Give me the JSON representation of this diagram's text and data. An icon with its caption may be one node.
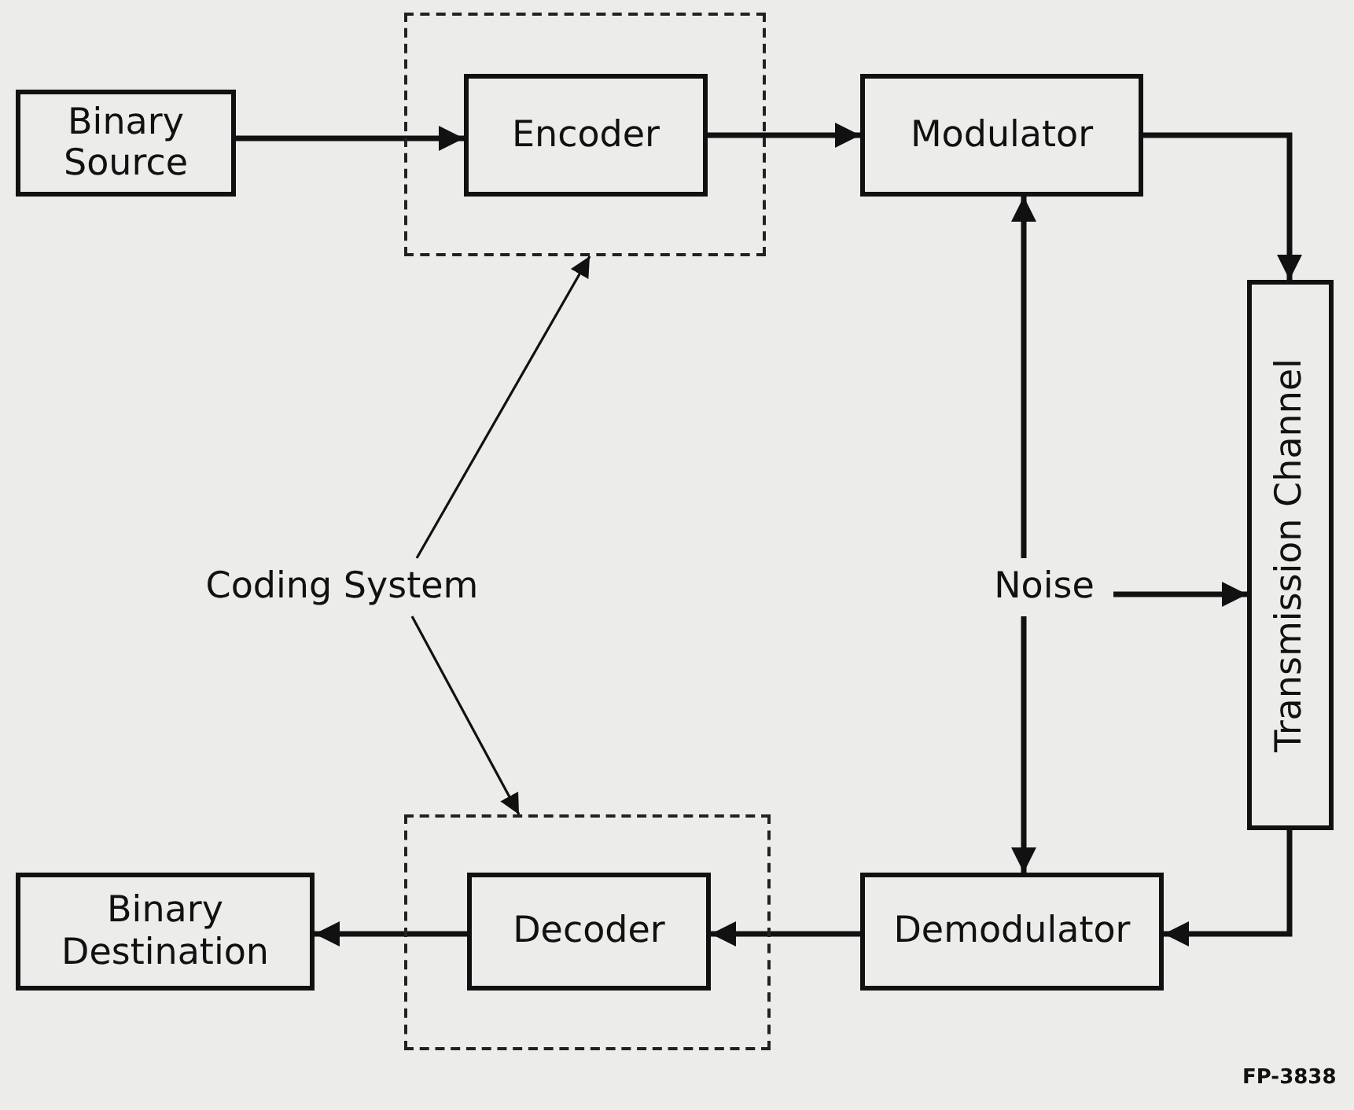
{
  "diagram": {
    "nodes": [
      {
        "text": [
          "Binary Source"
        ]
      },
      {
        "text": [],
        "shape": "box"
      },
      {
        "text": [
          "Encoder"
        ],
        "in": 1
      },
      {
        "text": [
          "Modulator"
        ]
      },
      {
        "text": [
          "Transmission Channel"
        ]
      },
      {
        "text": [
          "Noise"
        ]
      },
      {
        "text": [
          "Coding System"
        ]
      },
      {
        "text": [],
        "shape": "box"
      },
      {
        "text": [
          "Decoder"
        ],
        "in": 7
      },
      {
        "text": [
          "Demodulator"
        ]
      },
      {
        "text": [
          "Binary Destination"
        ]
      }
    ],
    "edges": [
      {
        "from": 0,
        "to": 2,
        "arrow": "to"
      },
      {
        "from": 2,
        "to": 3,
        "arrow": "to"
      },
      {
        "from": 3,
        "to": 4,
        "arrow": "to"
      },
      {
        "from": 4,
        "to": 9,
        "arrow": "to"
      },
      {
        "from": 9,
        "to": 8,
        "arrow": "to"
      },
      {
        "from": 8,
        "to": 10,
        "arrow": "to"
      },
      {
        "from": 5,
        "to": 3,
        "arrow": "to"
      },
      {
        "from": 5,
        "to": 9,
        "arrow": "to"
      },
      {
        "from": 5,
        "to": 4,
        "arrow": "to"
      },
      {
        "from": 6,
        "to": 1,
        "arrow": "to"
      },
      {
        "from": 6,
        "to": 7,
        "arrow": "to"
      }
    ],
    "labels": [
      "FP-3838"
    ]
  }
}
